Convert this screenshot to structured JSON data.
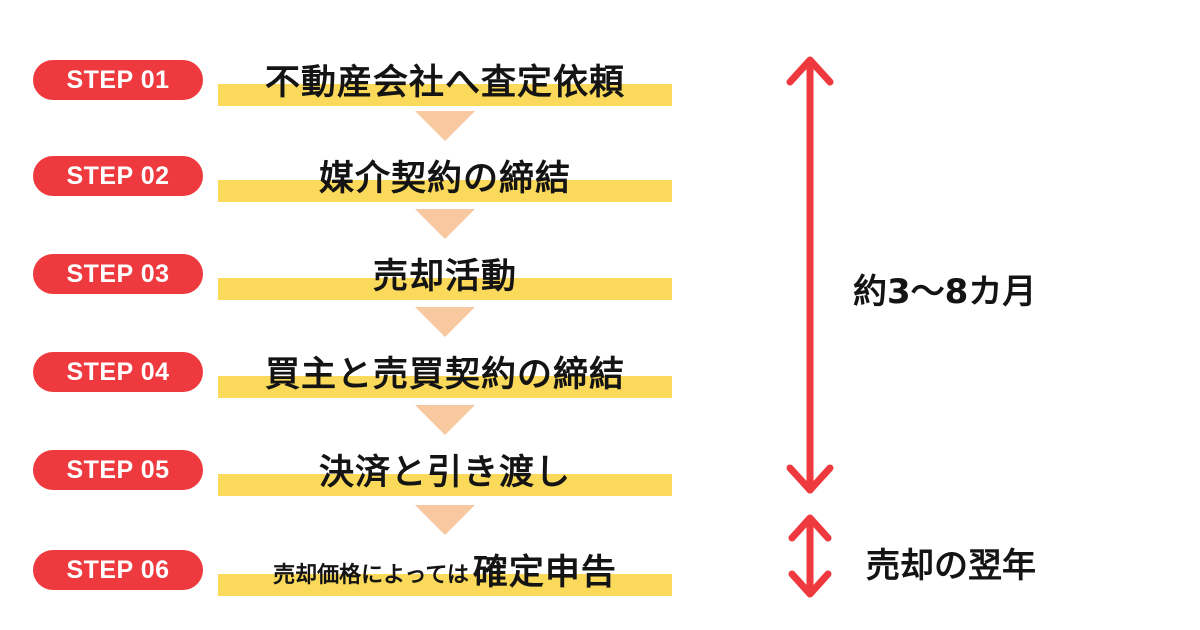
{
  "steps": [
    {
      "badge": "STEP 01",
      "label": "不動産会社へ査定依頼"
    },
    {
      "badge": "STEP 02",
      "label": "媒介契約の締結"
    },
    {
      "badge": "STEP 03",
      "label": "売却活動"
    },
    {
      "badge": "STEP 04",
      "label": "買主と売買契約の締結"
    },
    {
      "badge": "STEP 05",
      "label": "決済と引き渡し"
    },
    {
      "badge": "STEP 06",
      "label_prefix": "売却価格によっては",
      "label_main": "確定申告"
    }
  ],
  "durations": {
    "main": "約3〜8カ月",
    "after": "売却の翌年"
  },
  "colors": {
    "badge": "#ee3a3e",
    "highlight": "#fbd95a",
    "connector": "#f8c8a0",
    "arrow": "#ee3a3e"
  }
}
